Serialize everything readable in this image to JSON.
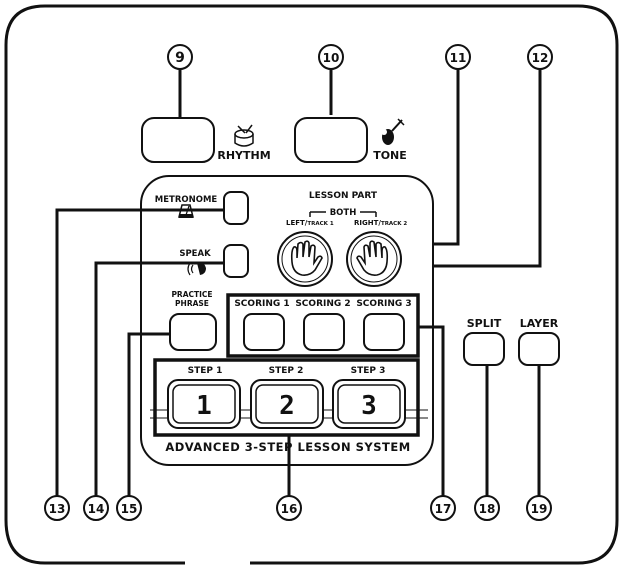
{
  "callouts": {
    "n9": "9",
    "n10": "10",
    "n11": "11",
    "n12": "12",
    "n13": "13",
    "n14": "14",
    "n15": "15",
    "n16": "16",
    "n17": "17",
    "n18": "18",
    "n19": "19"
  },
  "labels": {
    "rhythm": "RHYTHM",
    "tone": "TONE",
    "metronome": "METRONOME",
    "speak": "SPEAK",
    "practice_line1": "PRACTICE",
    "practice_line2": "PHRASE",
    "lesson_part": "LESSON PART",
    "both": "BOTH",
    "left_main": "LEFT/",
    "left_track": "TRACK 1",
    "right_main": "RIGHT/",
    "right_track": "TRACK 2",
    "scoring1": "SCORING 1",
    "scoring2": "SCORING 2",
    "scoring3": "SCORING 3",
    "step1": "STEP 1",
    "step2": "STEP 2",
    "step3": "STEP 3",
    "key1": "1",
    "key2": "2",
    "key3": "3",
    "lesson_system": "ADVANCED 3-STEP LESSON SYSTEM",
    "split": "SPLIT",
    "layer": "LAYER"
  }
}
